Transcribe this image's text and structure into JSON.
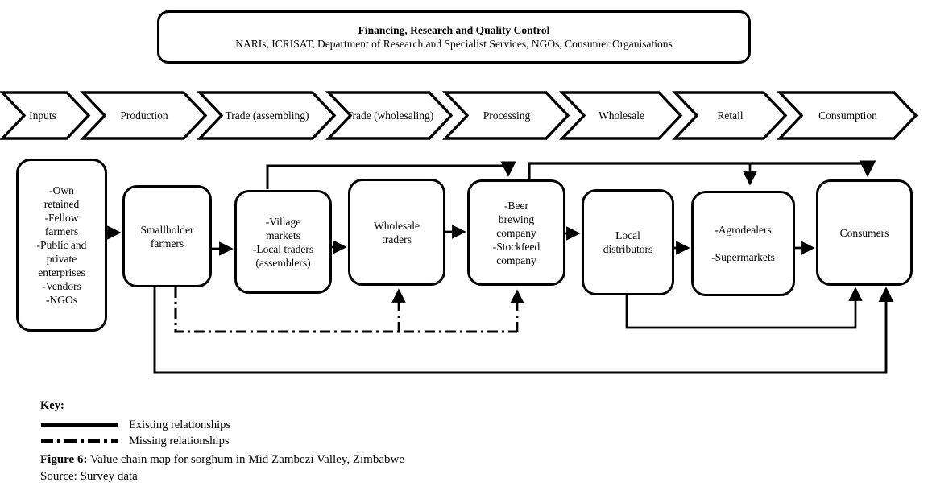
{
  "figure": {
    "top_box": {
      "title": "Financing, Research and Quality Control",
      "subtitle": "NARIs, ICRISAT, Department of Research and Specialist Services, NGOs, Consumer Organisations"
    },
    "stages": [
      {
        "label": "Inputs"
      },
      {
        "label": "Production"
      },
      {
        "label": "Trade (assembling)"
      },
      {
        "label": "Trade (wholesaling)"
      },
      {
        "label": "Processing"
      },
      {
        "label": "Wholesale"
      },
      {
        "label": "Retail"
      },
      {
        "label": "Consumption"
      }
    ],
    "actors": [
      {
        "text": "-Own\nretained\n-Fellow\nfarmers\n-Public and\nprivate\nenterprises\n-Vendors\n-NGOs"
      },
      {
        "text": "Smallholder\nfarmers"
      },
      {
        "text": "-Village\nmarkets\n-Local traders\n(assemblers)"
      },
      {
        "text": "Wholesale\ntraders"
      },
      {
        "text": "-Beer\nbrewing\ncompany\n-Stockfeed\ncompany"
      },
      {
        "text": "Local\ndistributors"
      },
      {
        "text": "-Agrodealers\n\n-Supermarkets"
      },
      {
        "text": "Consumers"
      }
    ],
    "key": {
      "heading": "Key:",
      "existing_label": "Existing relationships",
      "missing_label": "Missing relationships"
    },
    "caption": {
      "bold": "Figure 6:",
      "text": " Value chain map for sorghum in Mid Zambezi Valley, Zimbabwe"
    },
    "source": "Source: Survey data",
    "colors": {
      "ink": "#000000",
      "paper": "#ffffff"
    }
  }
}
